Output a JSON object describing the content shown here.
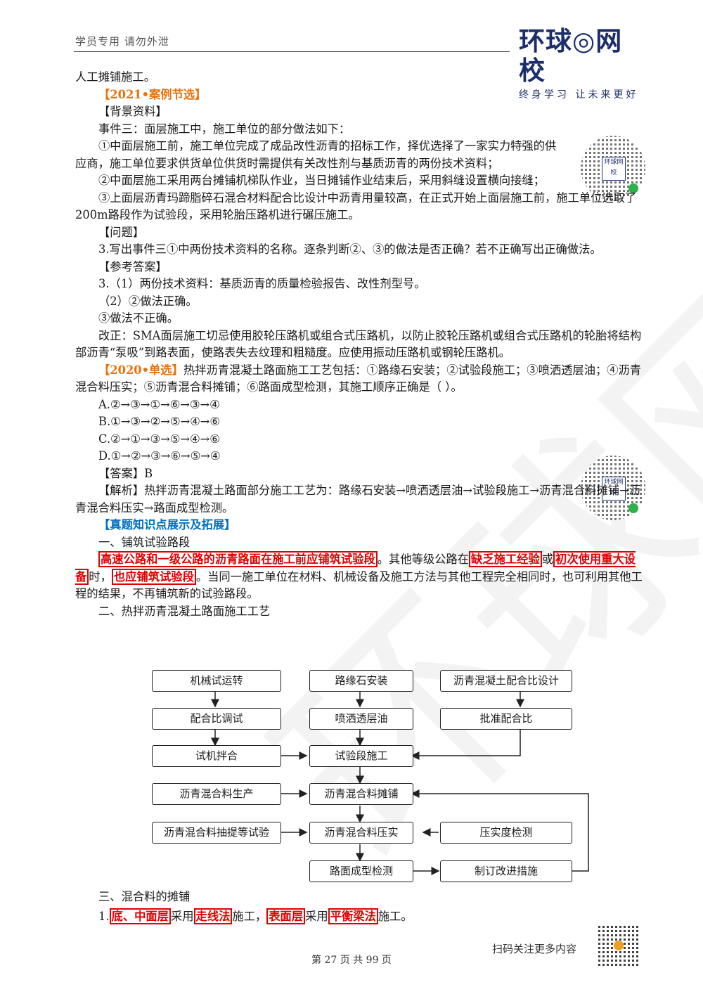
{
  "header": {
    "left_text": "学员专用  请勿外泄",
    "logo_main": "环球◎网校",
    "logo_sub": "终身学习  让未来更好"
  },
  "watermark": "环球网校",
  "lines": {
    "l01": "人工摊铺施工。",
    "l02": "【2021•案例节选】",
    "l03": "【背景资料】",
    "l04": "事件三：面层施工中，施工单位的部分做法如下：",
    "l05": "①中面层施工前，施工单位完成了成品改性沥青的招标工作，择优选择了一家实力特强的供应商，施工单位要求供货单位供货时需提供有关改性剂与基质沥青的两份技术资料；",
    "l06": "②中面层施工采用两台摊铺机梯队作业，当日摊铺作业结束后，采用斜缝设置横向接缝；",
    "l07": "③上面层沥青玛蹄脂碎石混合材料配合比设计中沥青用量较高，在正式开始上面层施工前，施工单位选取了200m路段作为试验段，采用轮胎压路机进行碾压施工。",
    "l08": "【问题】",
    "l09": "3.写出事件三①中两份技术资料的名称。逐条判断②、③的做法是否正确？若不正确写出正确做法。",
    "l10": "【参考答案】",
    "l11": "3.（1）两份技术资料：基质沥青的质量检验报告、改性剂型号。",
    "l12": "（2）②做法正确。",
    "l13": "③做法不正确。",
    "l14": "改正：SMA面层施工切忌使用胶轮压路机或组合式压路机，以防止胶轮压路机或组合式压路机的轮胎将结构部沥青“泵吸”到路表面，使路表失去纹理和粗糙度。应使用振动压路机或钢轮压路机。",
    "l15_tag": "【2020•单选】",
    "l15_text": "热拌沥青混凝土路面施工工艺包括：①路缘石安装；②试验段施工；③喷洒透层油；④沥青混合料压实；⑤沥青混合料摊铺；⑥路面成型检测，其施工顺序正确是（    ）。",
    "optA": "A.②→③→①→⑥→③→④",
    "optB": "B.①→③→②→⑤→④→⑥",
    "optC": "C.②→①→③→⑤→④→⑥",
    "optD": "D.①→②→③→⑥→⑤→④",
    "ans": "【答案】B",
    "exp": "【解析】热拌沥青混凝土路面部分施工工艺为：路缘石安装→喷洒透层油→试验段施工→沥青混合料摊铺→沥青混合料压实→路面成型检测。",
    "sec_tag": "【真题知识点展示及拓展】",
    "h1": "一、铺筑试验路段",
    "p1_hl1": "高速公路和一级公路的沥青路面在施工前应铺筑试验段",
    "p1_t1": "。其他等级公路在",
    "p1_hl2": "缺乏施工经验",
    "p1_t2": "或",
    "p1_hl3": "初次使用重大设备",
    "p1_t3": "时，",
    "p1_hl4": "也应铺筑试验段",
    "p1_t4": "。当同一施工单位在材料、机械设备及施工方法与其他工程完全相同时，也可利用其他工程的结果，不再铺筑新的试验路段。",
    "h2": "二、热拌沥青混凝土路面施工工艺",
    "h3": "三、混合料的摊铺",
    "p3_t0": "1.",
    "p3_hl1": "底、中面层",
    "p3_t1": "采用",
    "p3_hl2": "走线法",
    "p3_t2": "施工，",
    "p3_hl3": "表面层",
    "p3_t3": "采用",
    "p3_hl4": "平衡梁法",
    "p3_t4": "施工。"
  },
  "qr_labels": {
    "q1": "环球网校",
    "q2": "环球网校"
  },
  "flowchart": {
    "b1": "机械试运转",
    "b2": "配合比调试",
    "b3": "试机拌合",
    "b4": "沥青混合料生产",
    "b5": "沥青混合料抽提等试验",
    "m1": "路缘石安装",
    "m2": "喷洒透层油",
    "m3": "试验段施工",
    "m4": "沥青混合料摊铺",
    "m5": "沥青混合料压实",
    "m6": "路面成型检测",
    "r1": "沥青混凝土配合比设计",
    "r2": "批准配合比",
    "r3": "压实度检测",
    "r4": "制订改进措施"
  },
  "footer": {
    "scan_text": "扫码关注更多内容",
    "page_text": "第 27 页 共 99 页"
  }
}
